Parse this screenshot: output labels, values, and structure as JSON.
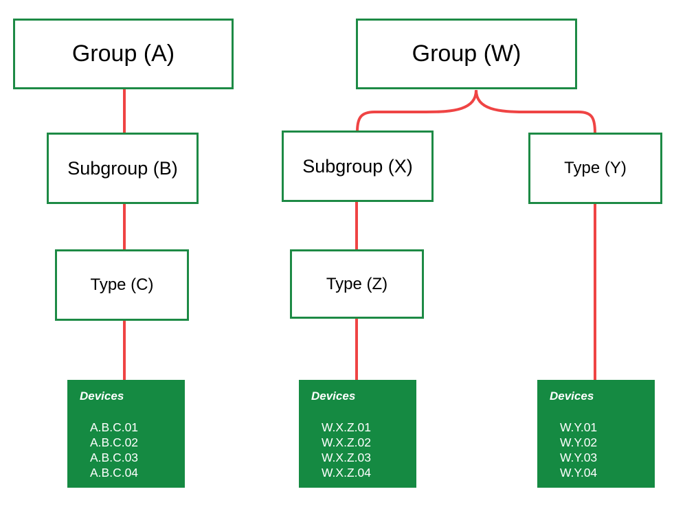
{
  "colors": {
    "box_border": "#1d8a45",
    "connector": "#ef4444",
    "devices_fill": "#158a42",
    "devices_text": "#ffffff"
  },
  "nodes": {
    "group_a": "Group (A)",
    "subgroup_b": "Subgroup (B)",
    "type_c": "Type (C)",
    "group_w": "Group (W)",
    "subgroup_x": "Subgroup (X)",
    "type_y": "Type (Y)",
    "type_z": "Type (Z)"
  },
  "devices": {
    "abc": {
      "title": "Devices",
      "items": [
        "A.B.C.01",
        "A.B.C.02",
        "A.B.C.03",
        "A.B.C.04"
      ]
    },
    "wxz": {
      "title": "Devices",
      "items": [
        "W.X.Z.01",
        "W.X.Z.02",
        "W.X.Z.03",
        "W.X.Z.04"
      ]
    },
    "wy": {
      "title": "Devices",
      "items": [
        "W.Y.01",
        "W.Y.02",
        "W.Y.03",
        "W.Y.04"
      ]
    }
  }
}
